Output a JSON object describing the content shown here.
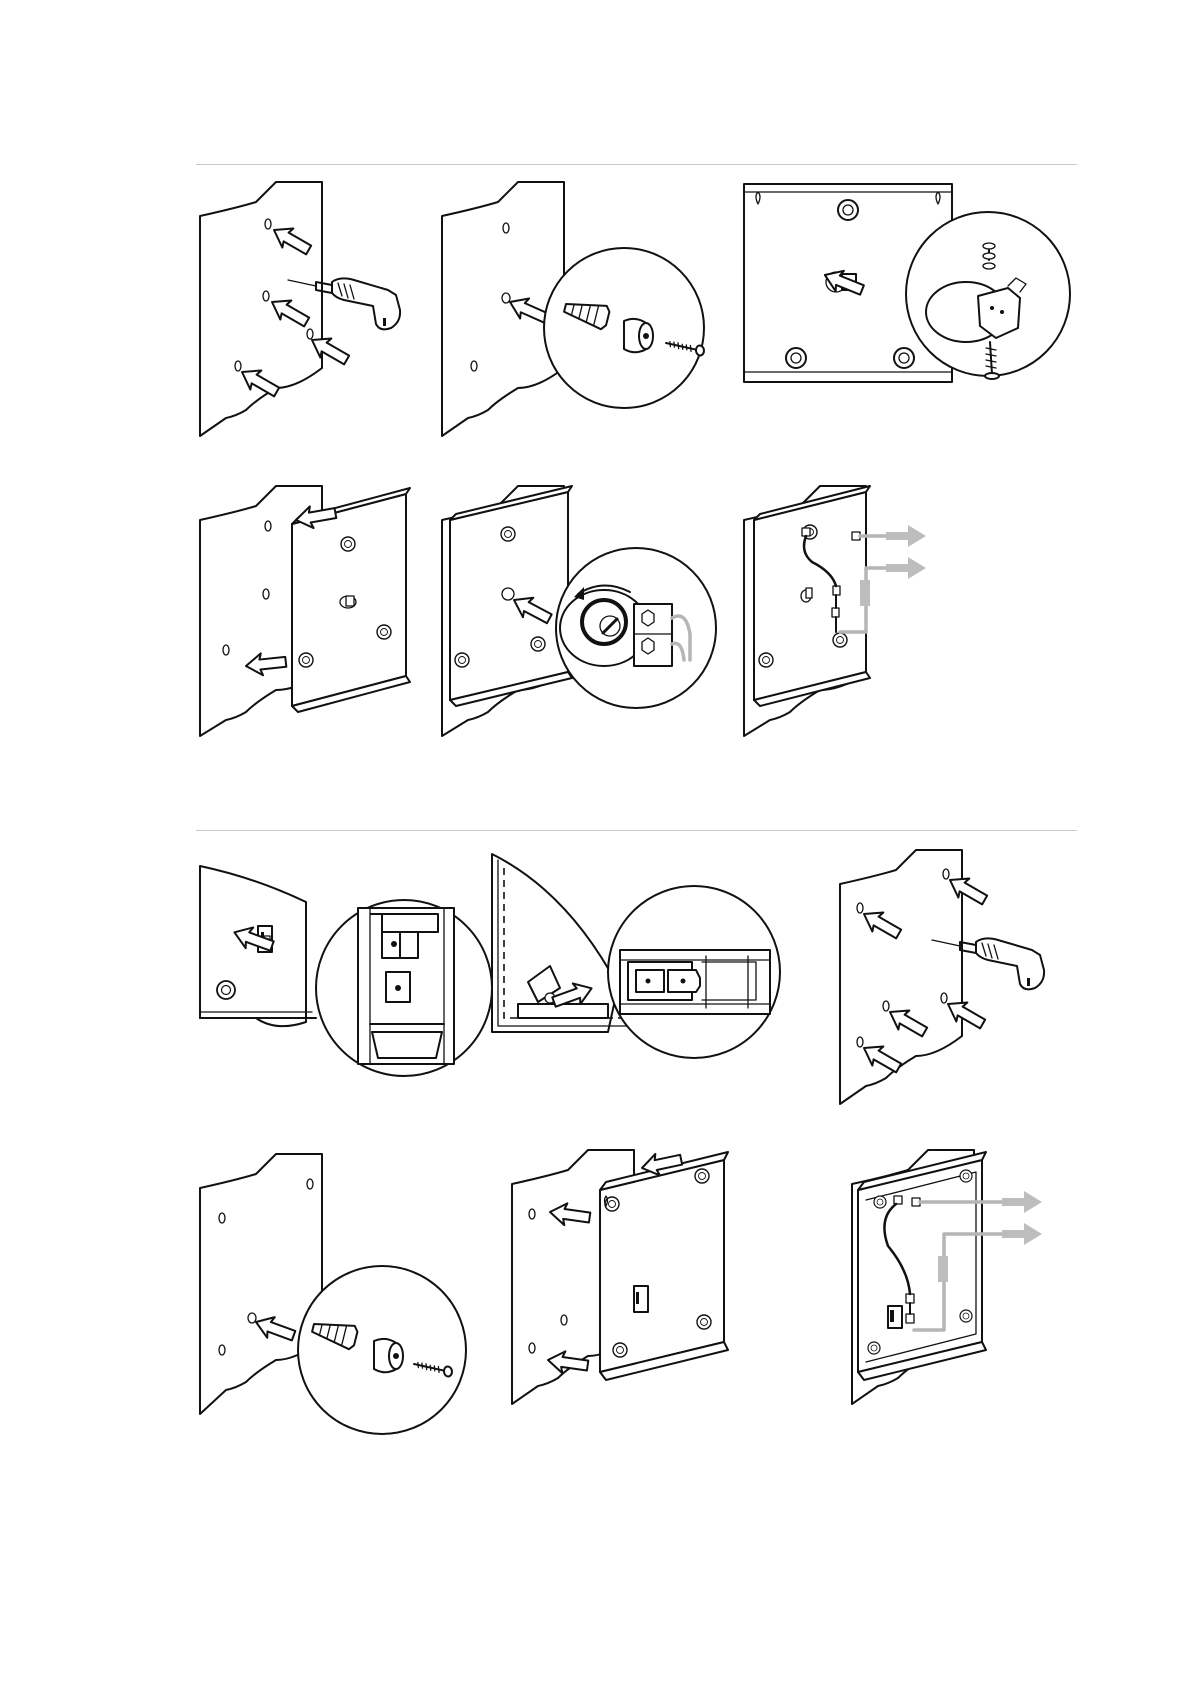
{
  "document": {
    "sections": [
      {
        "id": "installation-sequence-a",
        "steps": [
          {
            "id": "a1",
            "icon": "drill-wall-holes"
          },
          {
            "id": "a2",
            "icon": "insert-plug-spacer-screw"
          },
          {
            "id": "a3",
            "icon": "fit-tamper-switch"
          },
          {
            "id": "a4",
            "icon": "mount-backplate"
          },
          {
            "id": "a5",
            "icon": "rotate-switch-cam"
          },
          {
            "id": "a6",
            "icon": "connect-wiring"
          }
        ]
      },
      {
        "id": "installation-sequence-b",
        "steps": [
          {
            "id": "b1",
            "icon": "locate-switch-bracket"
          },
          {
            "id": "b2",
            "icon": "switch-bracket-detail"
          },
          {
            "id": "b3",
            "icon": "drill-wall-holes"
          },
          {
            "id": "b4",
            "icon": "insert-plug-spacer-screw"
          },
          {
            "id": "b5",
            "icon": "mount-backplate"
          },
          {
            "id": "b6",
            "icon": "connect-wiring"
          }
        ]
      }
    ],
    "colors": {
      "line": "#111111",
      "accent_arrow": "#b5b5b5",
      "rule": "#c8c8c8"
    }
  }
}
